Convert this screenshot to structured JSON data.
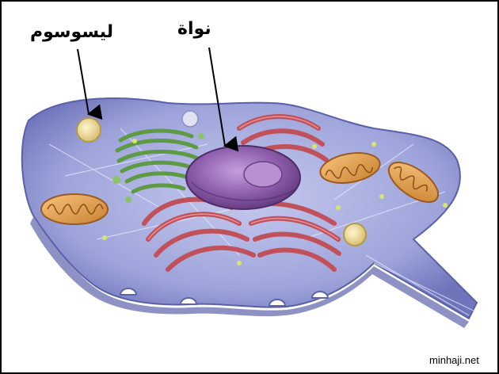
{
  "labels": {
    "lysosome": "ليسوسوم",
    "nucleus": "نواة"
  },
  "watermark": "minhaji.net",
  "colors": {
    "cytoplasm": "#9aa0d6",
    "cell_edge": "#6e74b8",
    "nucleus": "#8a5aa8",
    "nucleolus": "#b08acb",
    "er_rough": "#c85a62",
    "golgi": "#7cae5e",
    "mitochondria": "#e0a050",
    "lysosome": "#ecd9a0",
    "arrow": "#000000"
  }
}
